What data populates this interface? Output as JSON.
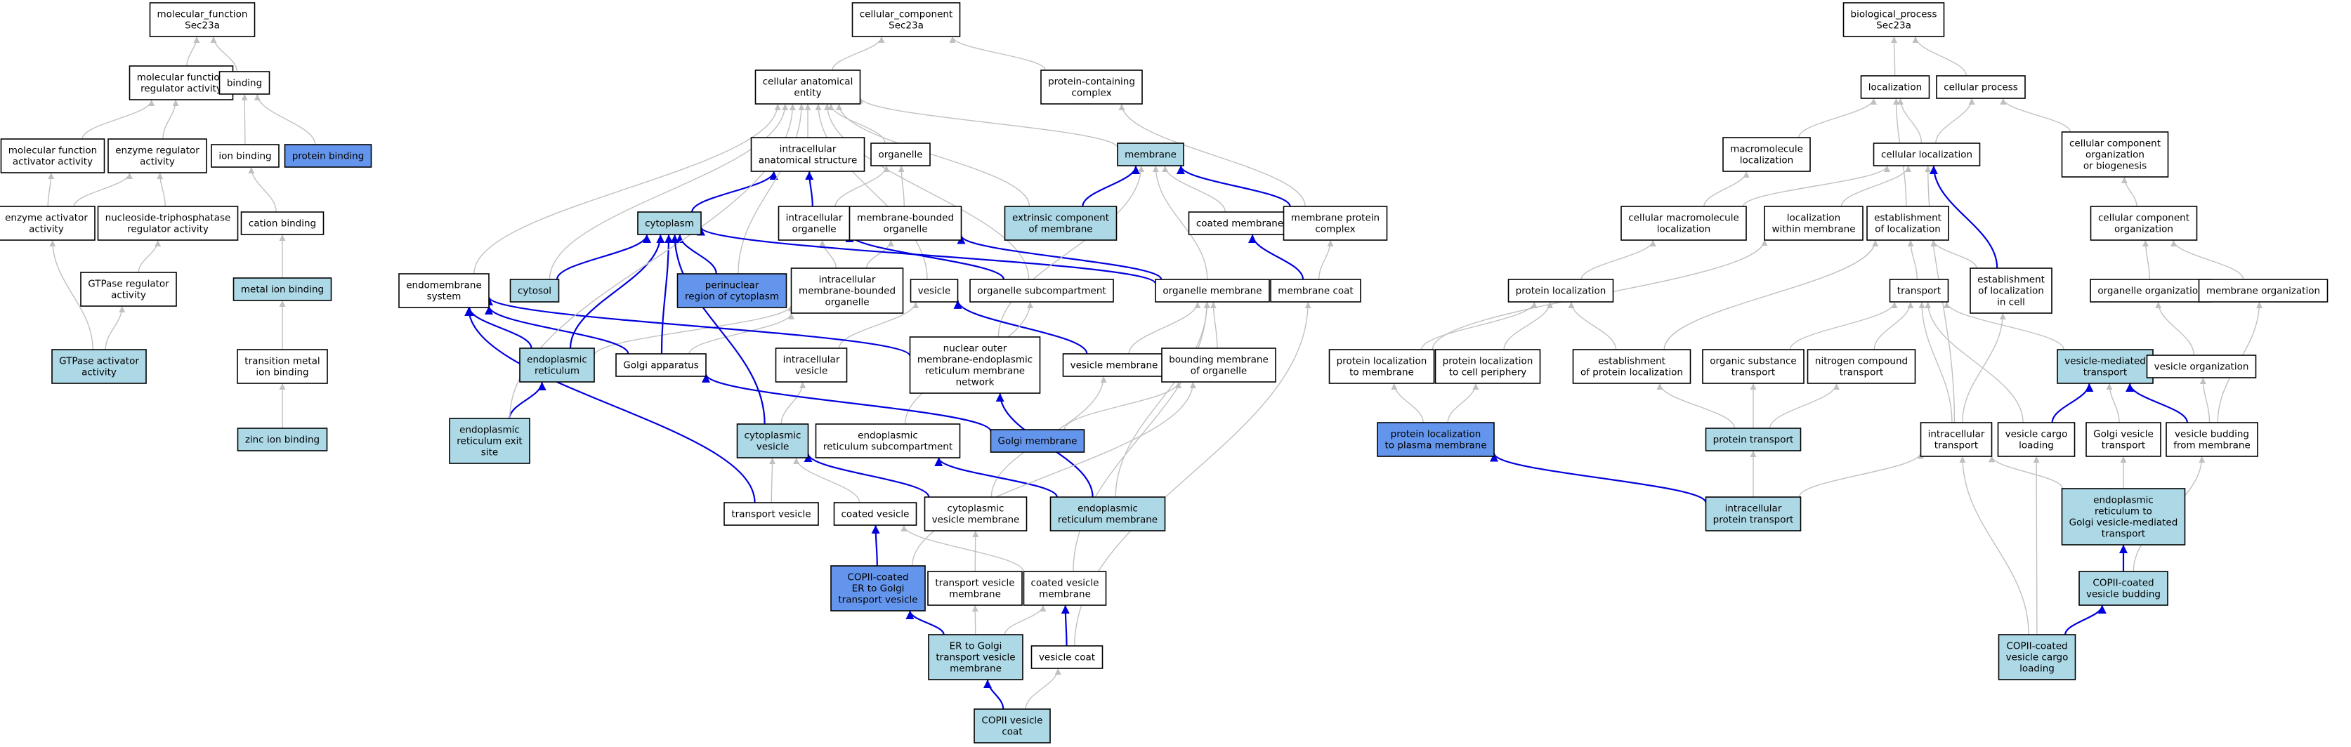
{
  "colors": {
    "default_fill": "#ffffff",
    "light_fill": "#add8e6",
    "dark_fill": "#6495ed",
    "blue_edge": "#0000dd",
    "gray_edge": "#c0c0c0"
  },
  "nodes": [
    {
      "id": "mf_root",
      "lines": [
        "molecular_function",
        "Sec23a"
      ],
      "fill": "default"
    },
    {
      "id": "mf_reg",
      "lines": [
        "molecular function",
        "regulator activity"
      ],
      "fill": "default"
    },
    {
      "id": "binding",
      "lines": [
        "binding"
      ],
      "fill": "default"
    },
    {
      "id": "mf_act",
      "lines": [
        "molecular function",
        "activator activity"
      ],
      "fill": "default"
    },
    {
      "id": "enz_reg",
      "lines": [
        "enzyme regulator",
        "activity"
      ],
      "fill": "default"
    },
    {
      "id": "ion_binding",
      "lines": [
        "ion binding"
      ],
      "fill": "default"
    },
    {
      "id": "protein_binding",
      "lines": [
        "protein binding"
      ],
      "fill": "dark"
    },
    {
      "id": "enz_act",
      "lines": [
        "enzyme activator",
        "activity"
      ],
      "fill": "default"
    },
    {
      "id": "ntp_reg",
      "lines": [
        "nucleoside-triphosphatase",
        "regulator activity"
      ],
      "fill": "default"
    },
    {
      "id": "cation_binding",
      "lines": [
        "cation binding"
      ],
      "fill": "default"
    },
    {
      "id": "gtpase_reg",
      "lines": [
        "GTPase regulator",
        "activity"
      ],
      "fill": "default"
    },
    {
      "id": "metal_ion",
      "lines": [
        "metal ion binding"
      ],
      "fill": "light"
    },
    {
      "id": "gtpase_act",
      "lines": [
        "GTPase activator",
        "activity"
      ],
      "fill": "light"
    },
    {
      "id": "trans_metal",
      "lines": [
        "transition metal",
        "ion binding"
      ],
      "fill": "default"
    },
    {
      "id": "zinc",
      "lines": [
        "zinc ion binding"
      ],
      "fill": "light"
    },
    {
      "id": "cc_root",
      "lines": [
        "cellular_component",
        "Sec23a"
      ],
      "fill": "default"
    },
    {
      "id": "cae",
      "lines": [
        "cellular anatomical",
        "entity"
      ],
      "fill": "default"
    },
    {
      "id": "pcc",
      "lines": [
        "protein-containing",
        "complex"
      ],
      "fill": "default"
    },
    {
      "id": "ias",
      "lines": [
        "intracellular",
        "anatomical structure"
      ],
      "fill": "default"
    },
    {
      "id": "organelle",
      "lines": [
        "organelle"
      ],
      "fill": "default"
    },
    {
      "id": "membrane",
      "lines": [
        "membrane"
      ],
      "fill": "light"
    },
    {
      "id": "cytoplasm",
      "lines": [
        "cytoplasm"
      ],
      "fill": "light"
    },
    {
      "id": "io",
      "lines": [
        "intracellular",
        "organelle"
      ],
      "fill": "default"
    },
    {
      "id": "mbo",
      "lines": [
        "membrane-bounded",
        "organelle"
      ],
      "fill": "default"
    },
    {
      "id": "extr",
      "lines": [
        "extrinsic component",
        "of membrane"
      ],
      "fill": "light"
    },
    {
      "id": "coated_mem",
      "lines": [
        "coated membrane"
      ],
      "fill": "default"
    },
    {
      "id": "mpc",
      "lines": [
        "membrane protein",
        "complex"
      ],
      "fill": "default"
    },
    {
      "id": "endo_sys",
      "lines": [
        "endomembrane",
        "system"
      ],
      "fill": "default"
    },
    {
      "id": "cytosol",
      "lines": [
        "cytosol"
      ],
      "fill": "light"
    },
    {
      "id": "perinuclear",
      "lines": [
        "perinuclear",
        "region of cytoplasm"
      ],
      "fill": "dark"
    },
    {
      "id": "imbo",
      "lines": [
        "intracellular",
        "membrane-bounded",
        "organelle"
      ],
      "fill": "default"
    },
    {
      "id": "vesicle",
      "lines": [
        "vesicle"
      ],
      "fill": "default"
    },
    {
      "id": "org_sub",
      "lines": [
        "organelle subcompartment"
      ],
      "fill": "default"
    },
    {
      "id": "org_mem",
      "lines": [
        "organelle membrane"
      ],
      "fill": "default"
    },
    {
      "id": "mem_coat",
      "lines": [
        "membrane coat"
      ],
      "fill": "default"
    },
    {
      "id": "er",
      "lines": [
        "endoplasmic",
        "reticulum"
      ],
      "fill": "light"
    },
    {
      "id": "golgi_app",
      "lines": [
        "Golgi apparatus"
      ],
      "fill": "default"
    },
    {
      "id": "ic_vesicle",
      "lines": [
        "intracellular",
        "vesicle"
      ],
      "fill": "default"
    },
    {
      "id": "nuc_outer",
      "lines": [
        "nuclear outer",
        "membrane-endoplasmic",
        "reticulum membrane",
        "network"
      ],
      "fill": "default"
    },
    {
      "id": "ves_mem",
      "lines": [
        "vesicle membrane"
      ],
      "fill": "default"
    },
    {
      "id": "bmo",
      "lines": [
        "bounding membrane",
        "of organelle"
      ],
      "fill": "default"
    },
    {
      "id": "eres",
      "lines": [
        "endoplasmic",
        "reticulum exit",
        "site"
      ],
      "fill": "light"
    },
    {
      "id": "cyto_ves",
      "lines": [
        "cytoplasmic",
        "vesicle"
      ],
      "fill": "light"
    },
    {
      "id": "er_sub",
      "lines": [
        "endoplasmic",
        "reticulum subcompartment"
      ],
      "fill": "default"
    },
    {
      "id": "golgi_mem",
      "lines": [
        "Golgi membrane"
      ],
      "fill": "dark"
    },
    {
      "id": "trans_ves",
      "lines": [
        "transport vesicle"
      ],
      "fill": "default"
    },
    {
      "id": "coated_ves",
      "lines": [
        "coated vesicle"
      ],
      "fill": "default"
    },
    {
      "id": "cyto_ves_mem",
      "lines": [
        "cytoplasmic",
        "vesicle membrane"
      ],
      "fill": "default"
    },
    {
      "id": "er_mem",
      "lines": [
        "endoplasmic",
        "reticulum membrane"
      ],
      "fill": "light"
    },
    {
      "id": "copii_ves",
      "lines": [
        "COPII-coated",
        "ER to Golgi",
        "transport vesicle"
      ],
      "fill": "dark"
    },
    {
      "id": "tv_mem",
      "lines": [
        "transport vesicle",
        "membrane"
      ],
      "fill": "default"
    },
    {
      "id": "cv_mem",
      "lines": [
        "coated vesicle",
        "membrane"
      ],
      "fill": "default"
    },
    {
      "id": "er_golgi_tvm",
      "lines": [
        "ER to Golgi",
        "transport vesicle",
        "membrane"
      ],
      "fill": "light"
    },
    {
      "id": "ves_coat",
      "lines": [
        "vesicle coat"
      ],
      "fill": "default"
    },
    {
      "id": "copii_coat",
      "lines": [
        "COPII vesicle",
        "coat"
      ],
      "fill": "light"
    },
    {
      "id": "bp_root",
      "lines": [
        "biological_process",
        "Sec23a"
      ],
      "fill": "default"
    },
    {
      "id": "localization",
      "lines": [
        "localization"
      ],
      "fill": "default"
    },
    {
      "id": "cell_proc",
      "lines": [
        "cellular process"
      ],
      "fill": "default"
    },
    {
      "id": "macro_loc",
      "lines": [
        "macromolecule",
        "localization"
      ],
      "fill": "default"
    },
    {
      "id": "cell_loc",
      "lines": [
        "cellular localization"
      ],
      "fill": "default"
    },
    {
      "id": "ccob",
      "lines": [
        "cellular component",
        "organization",
        "or biogenesis"
      ],
      "fill": "default"
    },
    {
      "id": "cml",
      "lines": [
        "cellular macromolecule",
        "localization"
      ],
      "fill": "default"
    },
    {
      "id": "loc_within",
      "lines": [
        "localization",
        "within membrane"
      ],
      "fill": "default"
    },
    {
      "id": "est_loc",
      "lines": [
        "establishment",
        "of localization"
      ],
      "fill": "default"
    },
    {
      "id": "cco",
      "lines": [
        "cellular component",
        "organization"
      ],
      "fill": "default"
    },
    {
      "id": "prot_loc",
      "lines": [
        "protein localization"
      ],
      "fill": "default"
    },
    {
      "id": "transport",
      "lines": [
        "transport"
      ],
      "fill": "default"
    },
    {
      "id": "est_loc_cell",
      "lines": [
        "establishment",
        "of localization",
        "in cell"
      ],
      "fill": "default"
    },
    {
      "id": "org_org",
      "lines": [
        "organelle organization"
      ],
      "fill": "default"
    },
    {
      "id": "mem_org",
      "lines": [
        "membrane organization"
      ],
      "fill": "default"
    },
    {
      "id": "pl_mem",
      "lines": [
        "protein localization",
        "to membrane"
      ],
      "fill": "default"
    },
    {
      "id": "pl_peri",
      "lines": [
        "protein localization",
        "to cell periphery"
      ],
      "fill": "default"
    },
    {
      "id": "est_prot_loc",
      "lines": [
        "establishment",
        "of protein localization"
      ],
      "fill": "default"
    },
    {
      "id": "org_sub_tr",
      "lines": [
        "organic substance",
        "transport"
      ],
      "fill": "default"
    },
    {
      "id": "nitro_tr",
      "lines": [
        "nitrogen compound",
        "transport"
      ],
      "fill": "default"
    },
    {
      "id": "vmt",
      "lines": [
        "vesicle-mediated",
        "transport"
      ],
      "fill": "light"
    },
    {
      "id": "ves_org",
      "lines": [
        "vesicle organization"
      ],
      "fill": "default"
    },
    {
      "id": "pl_pm",
      "lines": [
        "protein localization",
        "to plasma membrane"
      ],
      "fill": "dark"
    },
    {
      "id": "prot_tr",
      "lines": [
        "protein transport"
      ],
      "fill": "light"
    },
    {
      "id": "ic_tr",
      "lines": [
        "intracellular",
        "transport"
      ],
      "fill": "default"
    },
    {
      "id": "ves_cargo",
      "lines": [
        "vesicle cargo",
        "loading"
      ],
      "fill": "default"
    },
    {
      "id": "golgi_vt",
      "lines": [
        "Golgi vesicle",
        "transport"
      ],
      "fill": "default"
    },
    {
      "id": "ves_bud",
      "lines": [
        "vesicle budding",
        "from membrane"
      ],
      "fill": "default"
    },
    {
      "id": "ic_prot_tr",
      "lines": [
        "intracellular",
        "protein transport"
      ],
      "fill": "light"
    },
    {
      "id": "er_golgi_vt",
      "lines": [
        "endoplasmic",
        "reticulum to",
        "Golgi vesicle-mediated",
        "transport"
      ],
      "fill": "light"
    },
    {
      "id": "copii_bud",
      "lines": [
        "COPII-coated",
        "vesicle budding"
      ],
      "fill": "light"
    },
    {
      "id": "copii_cargo",
      "lines": [
        "COPII-coated",
        "vesicle cargo",
        "loading"
      ],
      "fill": "light"
    }
  ],
  "edges": [
    [
      "mf_reg",
      "mf_root",
      "g"
    ],
    [
      "binding",
      "mf_root",
      "g"
    ],
    [
      "mf_act",
      "mf_reg",
      "g"
    ],
    [
      "enz_reg",
      "mf_reg",
      "g"
    ],
    [
      "ion_binding",
      "binding",
      "g"
    ],
    [
      "protein_binding",
      "binding",
      "g"
    ],
    [
      "enz_act",
      "mf_act",
      "g"
    ],
    [
      "enz_act",
      "enz_reg",
      "g"
    ],
    [
      "ntp_reg",
      "enz_reg",
      "g"
    ],
    [
      "cation_binding",
      "ion_binding",
      "g"
    ],
    [
      "gtpase_reg",
      "ntp_reg",
      "g"
    ],
    [
      "metal_ion",
      "cation_binding",
      "g"
    ],
    [
      "gtpase_act",
      "enz_act",
      "g"
    ],
    [
      "gtpase_act",
      "gtpase_reg",
      "g"
    ],
    [
      "trans_metal",
      "metal_ion",
      "g"
    ],
    [
      "zinc",
      "trans_metal",
      "g"
    ],
    [
      "cae",
      "cc_root",
      "g"
    ],
    [
      "pcc",
      "cc_root",
      "g"
    ],
    [
      "ias",
      "cae",
      "g"
    ],
    [
      "organelle",
      "cae",
      "g"
    ],
    [
      "membrane",
      "cae",
      "g"
    ],
    [
      "cytoplasm",
      "ias",
      "b"
    ],
    [
      "io",
      "ias",
      "b"
    ],
    [
      "io",
      "organelle",
      "g"
    ],
    [
      "mbo",
      "organelle",
      "g"
    ],
    [
      "extr",
      "membrane",
      "b"
    ],
    [
      "extr",
      "cae",
      "g"
    ],
    [
      "coated_mem",
      "membrane",
      "g"
    ],
    [
      "mpc",
      "membrane",
      "b"
    ],
    [
      "mpc",
      "pcc",
      "g"
    ],
    [
      "endo_sys",
      "cae",
      "g"
    ],
    [
      "cytosol",
      "cytoplasm",
      "b"
    ],
    [
      "cytosol",
      "cae",
      "g"
    ],
    [
      "perinuclear",
      "cytoplasm",
      "b"
    ],
    [
      "perinuclear",
      "cae",
      "g"
    ],
    [
      "imbo",
      "io",
      "g"
    ],
    [
      "imbo",
      "mbo",
      "g"
    ],
    [
      "vesicle",
      "cae",
      "g"
    ],
    [
      "org_sub",
      "io",
      "b"
    ],
    [
      "org_sub",
      "cae",
      "g"
    ],
    [
      "org_mem",
      "membrane",
      "g"
    ],
    [
      "org_mem",
      "mbo",
      "b"
    ],
    [
      "org_mem",
      "cytoplasm",
      "b"
    ],
    [
      "mem_coat",
      "coated_mem",
      "b"
    ],
    [
      "mem_coat",
      "mpc",
      "g"
    ],
    [
      "er",
      "endo_sys",
      "b"
    ],
    [
      "er",
      "cytoplasm",
      "b"
    ],
    [
      "er",
      "imbo",
      "g"
    ],
    [
      "golgi_app",
      "cytoplasm",
      "b"
    ],
    [
      "golgi_app",
      "endo_sys",
      "b"
    ],
    [
      "golgi_app",
      "imbo",
      "g"
    ],
    [
      "ic_vesicle",
      "vesicle",
      "g"
    ],
    [
      "nuc_outer",
      "membrane",
      "g"
    ],
    [
      "nuc_outer",
      "endo_sys",
      "b"
    ],
    [
      "ves_mem",
      "vesicle",
      "b"
    ],
    [
      "ves_mem",
      "org_mem",
      "g"
    ],
    [
      "bmo",
      "org_mem",
      "g"
    ],
    [
      "eres",
      "er",
      "b"
    ],
    [
      "eres",
      "cae",
      "g"
    ],
    [
      "cyto_ves",
      "ic_vesicle",
      "g"
    ],
    [
      "cyto_ves",
      "cytoplasm",
      "b"
    ],
    [
      "er_sub",
      "org_sub",
      "g"
    ],
    [
      "golgi_mem",
      "golgi_app",
      "b"
    ],
    [
      "golgi_mem",
      "bmo",
      "g"
    ],
    [
      "trans_ves",
      "cyto_ves",
      "g"
    ],
    [
      "trans_ves",
      "endo_sys",
      "b"
    ],
    [
      "coated_ves",
      "cyto_ves",
      "g"
    ],
    [
      "cyto_ves_mem",
      "ves_mem",
      "g"
    ],
    [
      "cyto_ves_mem",
      "cyto_ves",
      "b"
    ],
    [
      "er_mem",
      "er_sub",
      "b"
    ],
    [
      "er_mem",
      "nuc_outer",
      "b"
    ],
    [
      "er_mem",
      "org_mem",
      "g"
    ],
    [
      "copii_ves",
      "coated_ves",
      "b"
    ],
    [
      "copii_ves",
      "bmo",
      "g"
    ],
    [
      "tv_mem",
      "cyto_ves_mem",
      "g"
    ],
    [
      "cv_mem",
      "coated_ves",
      "g"
    ],
    [
      "cv_mem",
      "org_mem",
      "g"
    ],
    [
      "er_golgi_tvm",
      "copii_ves",
      "b"
    ],
    [
      "er_golgi_tvm",
      "tv_mem",
      "g"
    ],
    [
      "er_golgi_tvm",
      "cv_mem",
      "g"
    ],
    [
      "ves_coat",
      "cv_mem",
      "b"
    ],
    [
      "ves_coat",
      "mem_coat",
      "g"
    ],
    [
      "copii_coat",
      "er_golgi_tvm",
      "b"
    ],
    [
      "copii_coat",
      "ves_coat",
      "g"
    ],
    [
      "localization",
      "bp_root",
      "g"
    ],
    [
      "cell_proc",
      "bp_root",
      "g"
    ],
    [
      "macro_loc",
      "localization",
      "g"
    ],
    [
      "cell_loc",
      "localization",
      "g"
    ],
    [
      "cell_loc",
      "cell_proc",
      "g"
    ],
    [
      "ccob",
      "cell_proc",
      "g"
    ],
    [
      "cml",
      "macro_loc",
      "g"
    ],
    [
      "cml",
      "cell_loc",
      "g"
    ],
    [
      "loc_within",
      "cell_loc",
      "g"
    ],
    [
      "est_loc",
      "localization",
      "g"
    ],
    [
      "cco",
      "ccob",
      "g"
    ],
    [
      "prot_loc",
      "cml",
      "g"
    ],
    [
      "transport",
      "est_loc",
      "g"
    ],
    [
      "est_loc_cell",
      "cell_loc",
      "b"
    ],
    [
      "est_loc_cell",
      "est_loc",
      "g"
    ],
    [
      "org_org",
      "cco",
      "g"
    ],
    [
      "mem_org",
      "cco",
      "g"
    ],
    [
      "pl_mem",
      "prot_loc",
      "g"
    ],
    [
      "pl_mem",
      "loc_within",
      "g"
    ],
    [
      "pl_peri",
      "prot_loc",
      "g"
    ],
    [
      "est_prot_loc",
      "prot_loc",
      "g"
    ],
    [
      "est_prot_loc",
      "est_loc",
      "g"
    ],
    [
      "org_sub_tr",
      "transport",
      "g"
    ],
    [
      "nitro_tr",
      "transport",
      "g"
    ],
    [
      "vmt",
      "transport",
      "g"
    ],
    [
      "ves_org",
      "org_org",
      "g"
    ],
    [
      "pl_pm",
      "pl_mem",
      "g"
    ],
    [
      "pl_pm",
      "pl_peri",
      "g"
    ],
    [
      "prot_tr",
      "org_sub_tr",
      "g"
    ],
    [
      "prot_tr",
      "nitro_tr",
      "g"
    ],
    [
      "prot_tr",
      "est_prot_loc",
      "g"
    ],
    [
      "ic_tr",
      "transport",
      "g"
    ],
    [
      "ic_tr",
      "est_loc_cell",
      "g"
    ],
    [
      "ic_tr",
      "cell_loc",
      "g"
    ],
    [
      "ves_cargo",
      "vmt",
      "b"
    ],
    [
      "ves_cargo",
      "transport",
      "g"
    ],
    [
      "golgi_vt",
      "vmt",
      "g"
    ],
    [
      "ves_bud",
      "vmt",
      "b"
    ],
    [
      "ves_bud",
      "ves_org",
      "g"
    ],
    [
      "ves_bud",
      "mem_org",
      "g"
    ],
    [
      "ic_prot_tr",
      "prot_tr",
      "g"
    ],
    [
      "ic_prot_tr",
      "pl_pm",
      "b"
    ],
    [
      "ic_prot_tr",
      "ic_tr",
      "g"
    ],
    [
      "er_golgi_vt",
      "golgi_vt",
      "g"
    ],
    [
      "er_golgi_vt",
      "ic_tr",
      "g"
    ],
    [
      "copii_bud",
      "er_golgi_vt",
      "b"
    ],
    [
      "copii_bud",
      "ves_bud",
      "g"
    ],
    [
      "copii_cargo",
      "copii_bud",
      "b"
    ],
    [
      "copii_cargo",
      "ves_cargo",
      "g"
    ],
    [
      "copii_cargo",
      "ic_tr",
      "g"
    ]
  ]
}
